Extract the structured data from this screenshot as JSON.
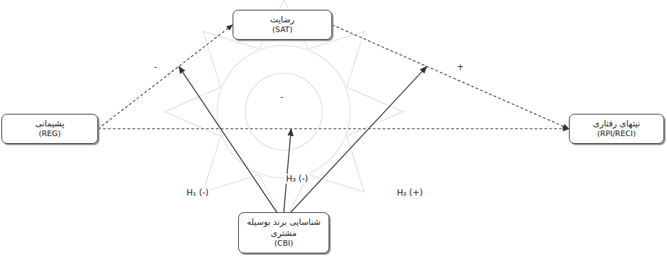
{
  "diagram": {
    "nodes": [
      {
        "text": [
          "رضایت",
          "(SAT)"
        ]
      },
      {
        "text": [
          "پشیمانی",
          "(REG)"
        ]
      },
      {
        "text": [
          "نیتهای رفتاری",
          "(RPI/RECI)"
        ]
      },
      {
        "text": [
          "شناسایی برند بوسیله مشتری",
          "(CBI)"
        ]
      }
    ],
    "edges": [
      {
        "from": 1,
        "to": 0,
        "label": "-",
        "arrow": "to"
      },
      {
        "from": 0,
        "to": 2,
        "label": "+",
        "arrow": "to"
      },
      {
        "from": 1,
        "to": 2,
        "label": "-",
        "arrow": "to"
      }
    ],
    "labels": [
      "H₁ (-)",
      "H₃ (-)",
      "H₂ (+)"
    ]
  }
}
